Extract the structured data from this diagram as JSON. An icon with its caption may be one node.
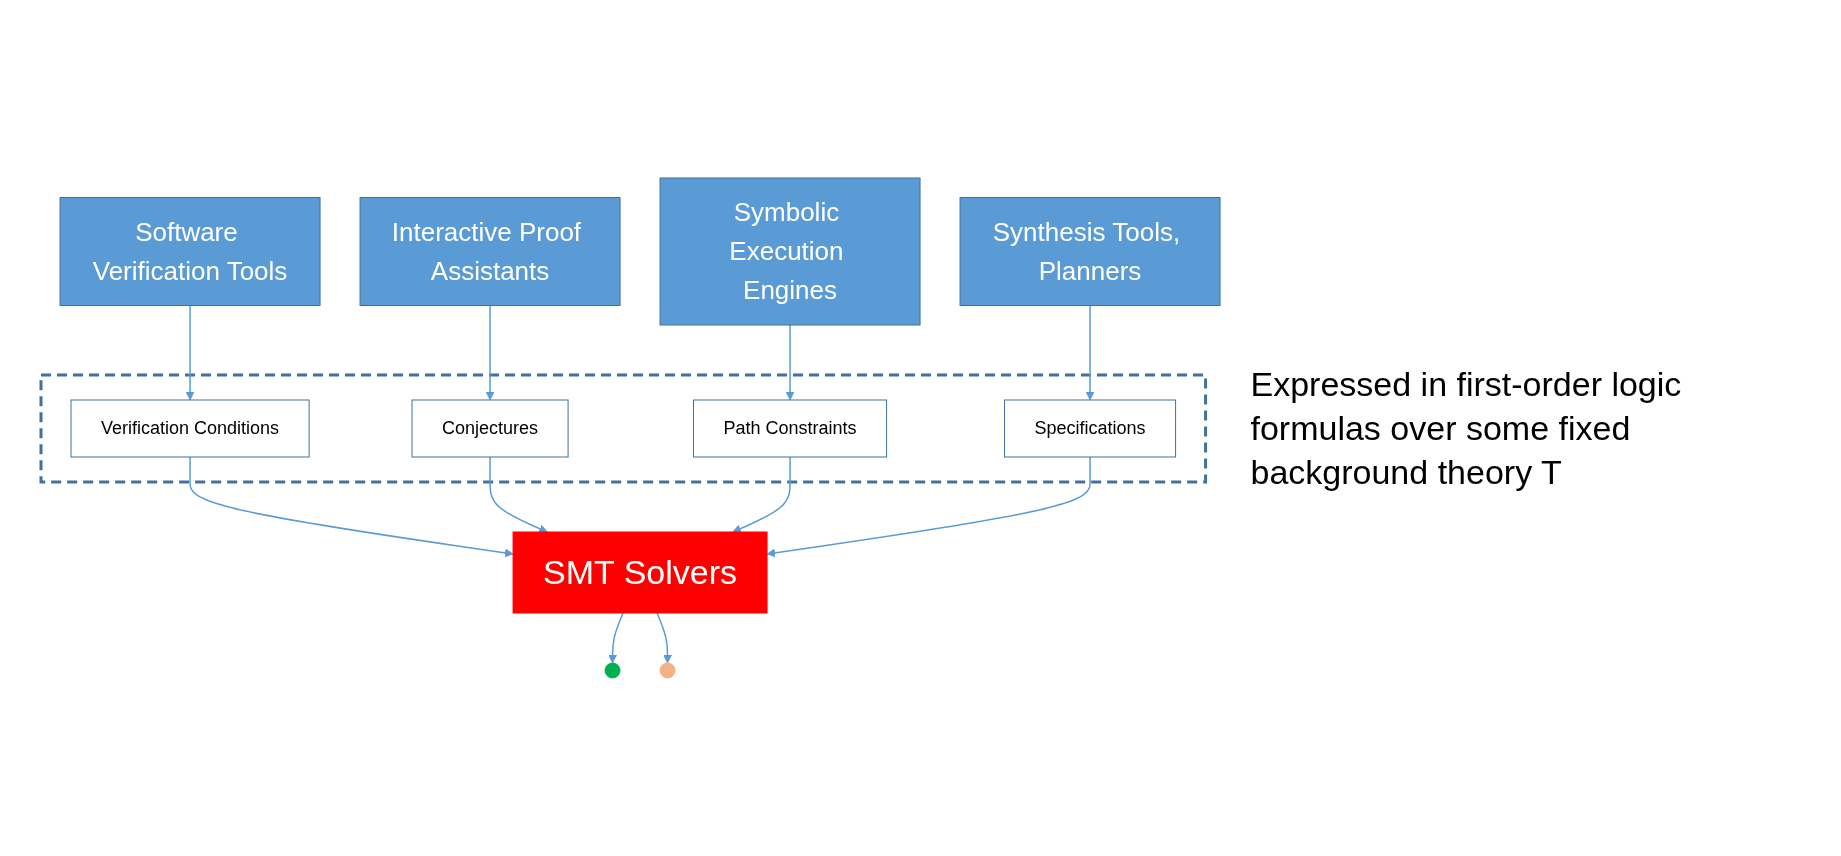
{
  "diagram": {
    "nodes": [
      {
        "text": [
          "Software Verification Tools"
        ]
      },
      {
        "text": [
          "Interactive Proof Assistants"
        ]
      },
      {
        "text": [
          "Symbolic Execution Engines"
        ]
      },
      {
        "text": [
          "Synthesis Tools, Planners"
        ]
      },
      {
        "text": [],
        "shape": "box"
      },
      {
        "text": [
          "Verification Conditions"
        ],
        "in": 4
      },
      {
        "text": [
          "Conjectures"
        ],
        "in": 4
      },
      {
        "text": [
          "Path Constraints"
        ],
        "in": 4
      },
      {
        "text": [
          "Specifications"
        ],
        "in": 4
      },
      {
        "text": [
          "SMT Solvers"
        ]
      },
      {
        "text": [],
        "shape": "check"
      },
      {
        "text": [],
        "shape": "cross"
      }
    ],
    "edges": [
      {
        "from": 0,
        "to": 5,
        "arrow": "to"
      },
      {
        "from": 1,
        "to": 6,
        "arrow": "to"
      },
      {
        "from": 2,
        "to": 7,
        "arrow": "to"
      },
      {
        "from": 3,
        "to": 8,
        "arrow": "to"
      },
      {
        "from": 5,
        "to": 9,
        "arrow": "to"
      },
      {
        "from": 6,
        "to": 9,
        "arrow": "to"
      },
      {
        "from": 7,
        "to": 9,
        "arrow": "to"
      },
      {
        "from": 8,
        "to": 9,
        "arrow": "to"
      },
      {
        "from": 9,
        "to": 10,
        "arrow": "to"
      },
      {
        "from": 9,
        "to": 11,
        "arrow": "to"
      }
    ],
    "labels": [
      "Expressed in first-order logic formulas over some fixed background theory T"
    ]
  }
}
